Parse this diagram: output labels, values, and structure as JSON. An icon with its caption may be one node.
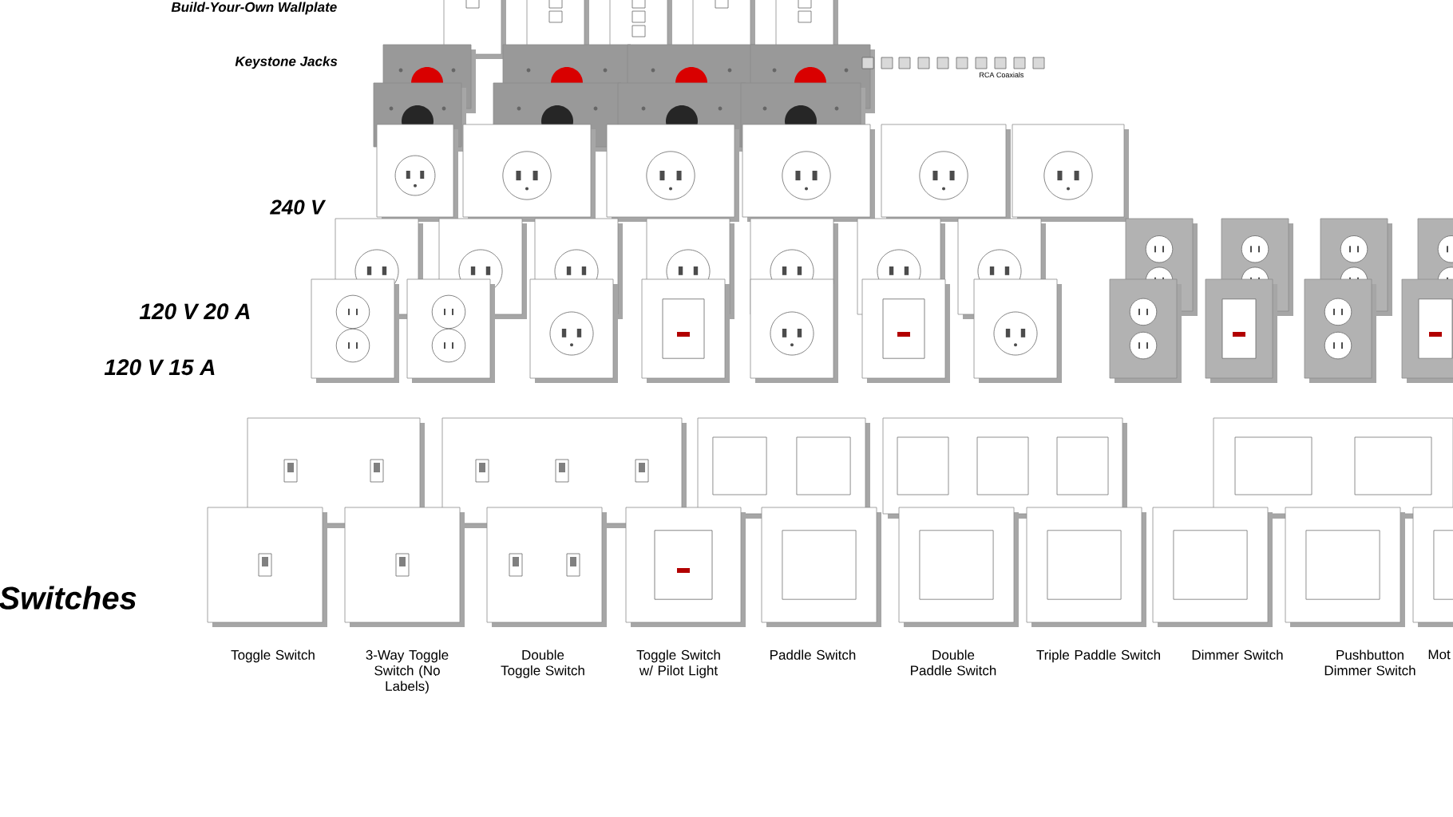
{
  "diagram": {
    "labels": [
      "Build-Your-Own Wallplate",
      "Keystone Jacks",
      "RCA Coaxials",
      "240 V",
      "120 V 20 A",
      "120 V 15 A",
      "Switches",
      "Toggle Switch",
      "3-Way Toggle Switch (No Labels)",
      "Double Toggle Switch",
      "Toggle Switch w/ Pilot Light",
      "Paddle Switch",
      "Double Paddle Switch",
      "Triple Paddle Switch",
      "Dimmer Switch",
      "Pushbutton Dimmer Switch",
      "Mot"
    ]
  }
}
